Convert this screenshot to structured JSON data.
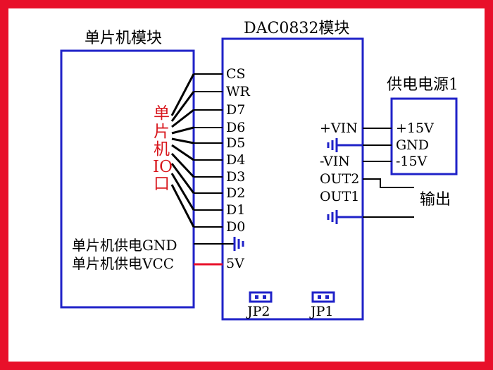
{
  "mcu": {
    "title": "单片机模块",
    "io_label": [
      "单",
      "片",
      "机",
      "IO",
      "口"
    ],
    "gnd_label": "单片机供电GND",
    "vcc_label": "单片机供电VCC"
  },
  "dac": {
    "title": "DAC0832模块",
    "left_pins": [
      "CS",
      "WR",
      "D7",
      "D6",
      "D5",
      "D4",
      "D3",
      "D2",
      "D1",
      "D0"
    ],
    "five_v": "5V",
    "right_pins": {
      "vin_pos": "+VIN",
      "vin_neg": "-VIN",
      "out2": "OUT2",
      "out1": "OUT1"
    },
    "jumpers": [
      "JP2",
      "JP1"
    ]
  },
  "power": {
    "title": "供电电源1",
    "pins": [
      "+15V",
      "GND",
      "-15V"
    ]
  },
  "output_label": "输出",
  "colors": {
    "frame": "#e8102a",
    "box": "#1f22c8",
    "label_red": "#d8161c",
    "vcc_wire": "#e8102a"
  }
}
